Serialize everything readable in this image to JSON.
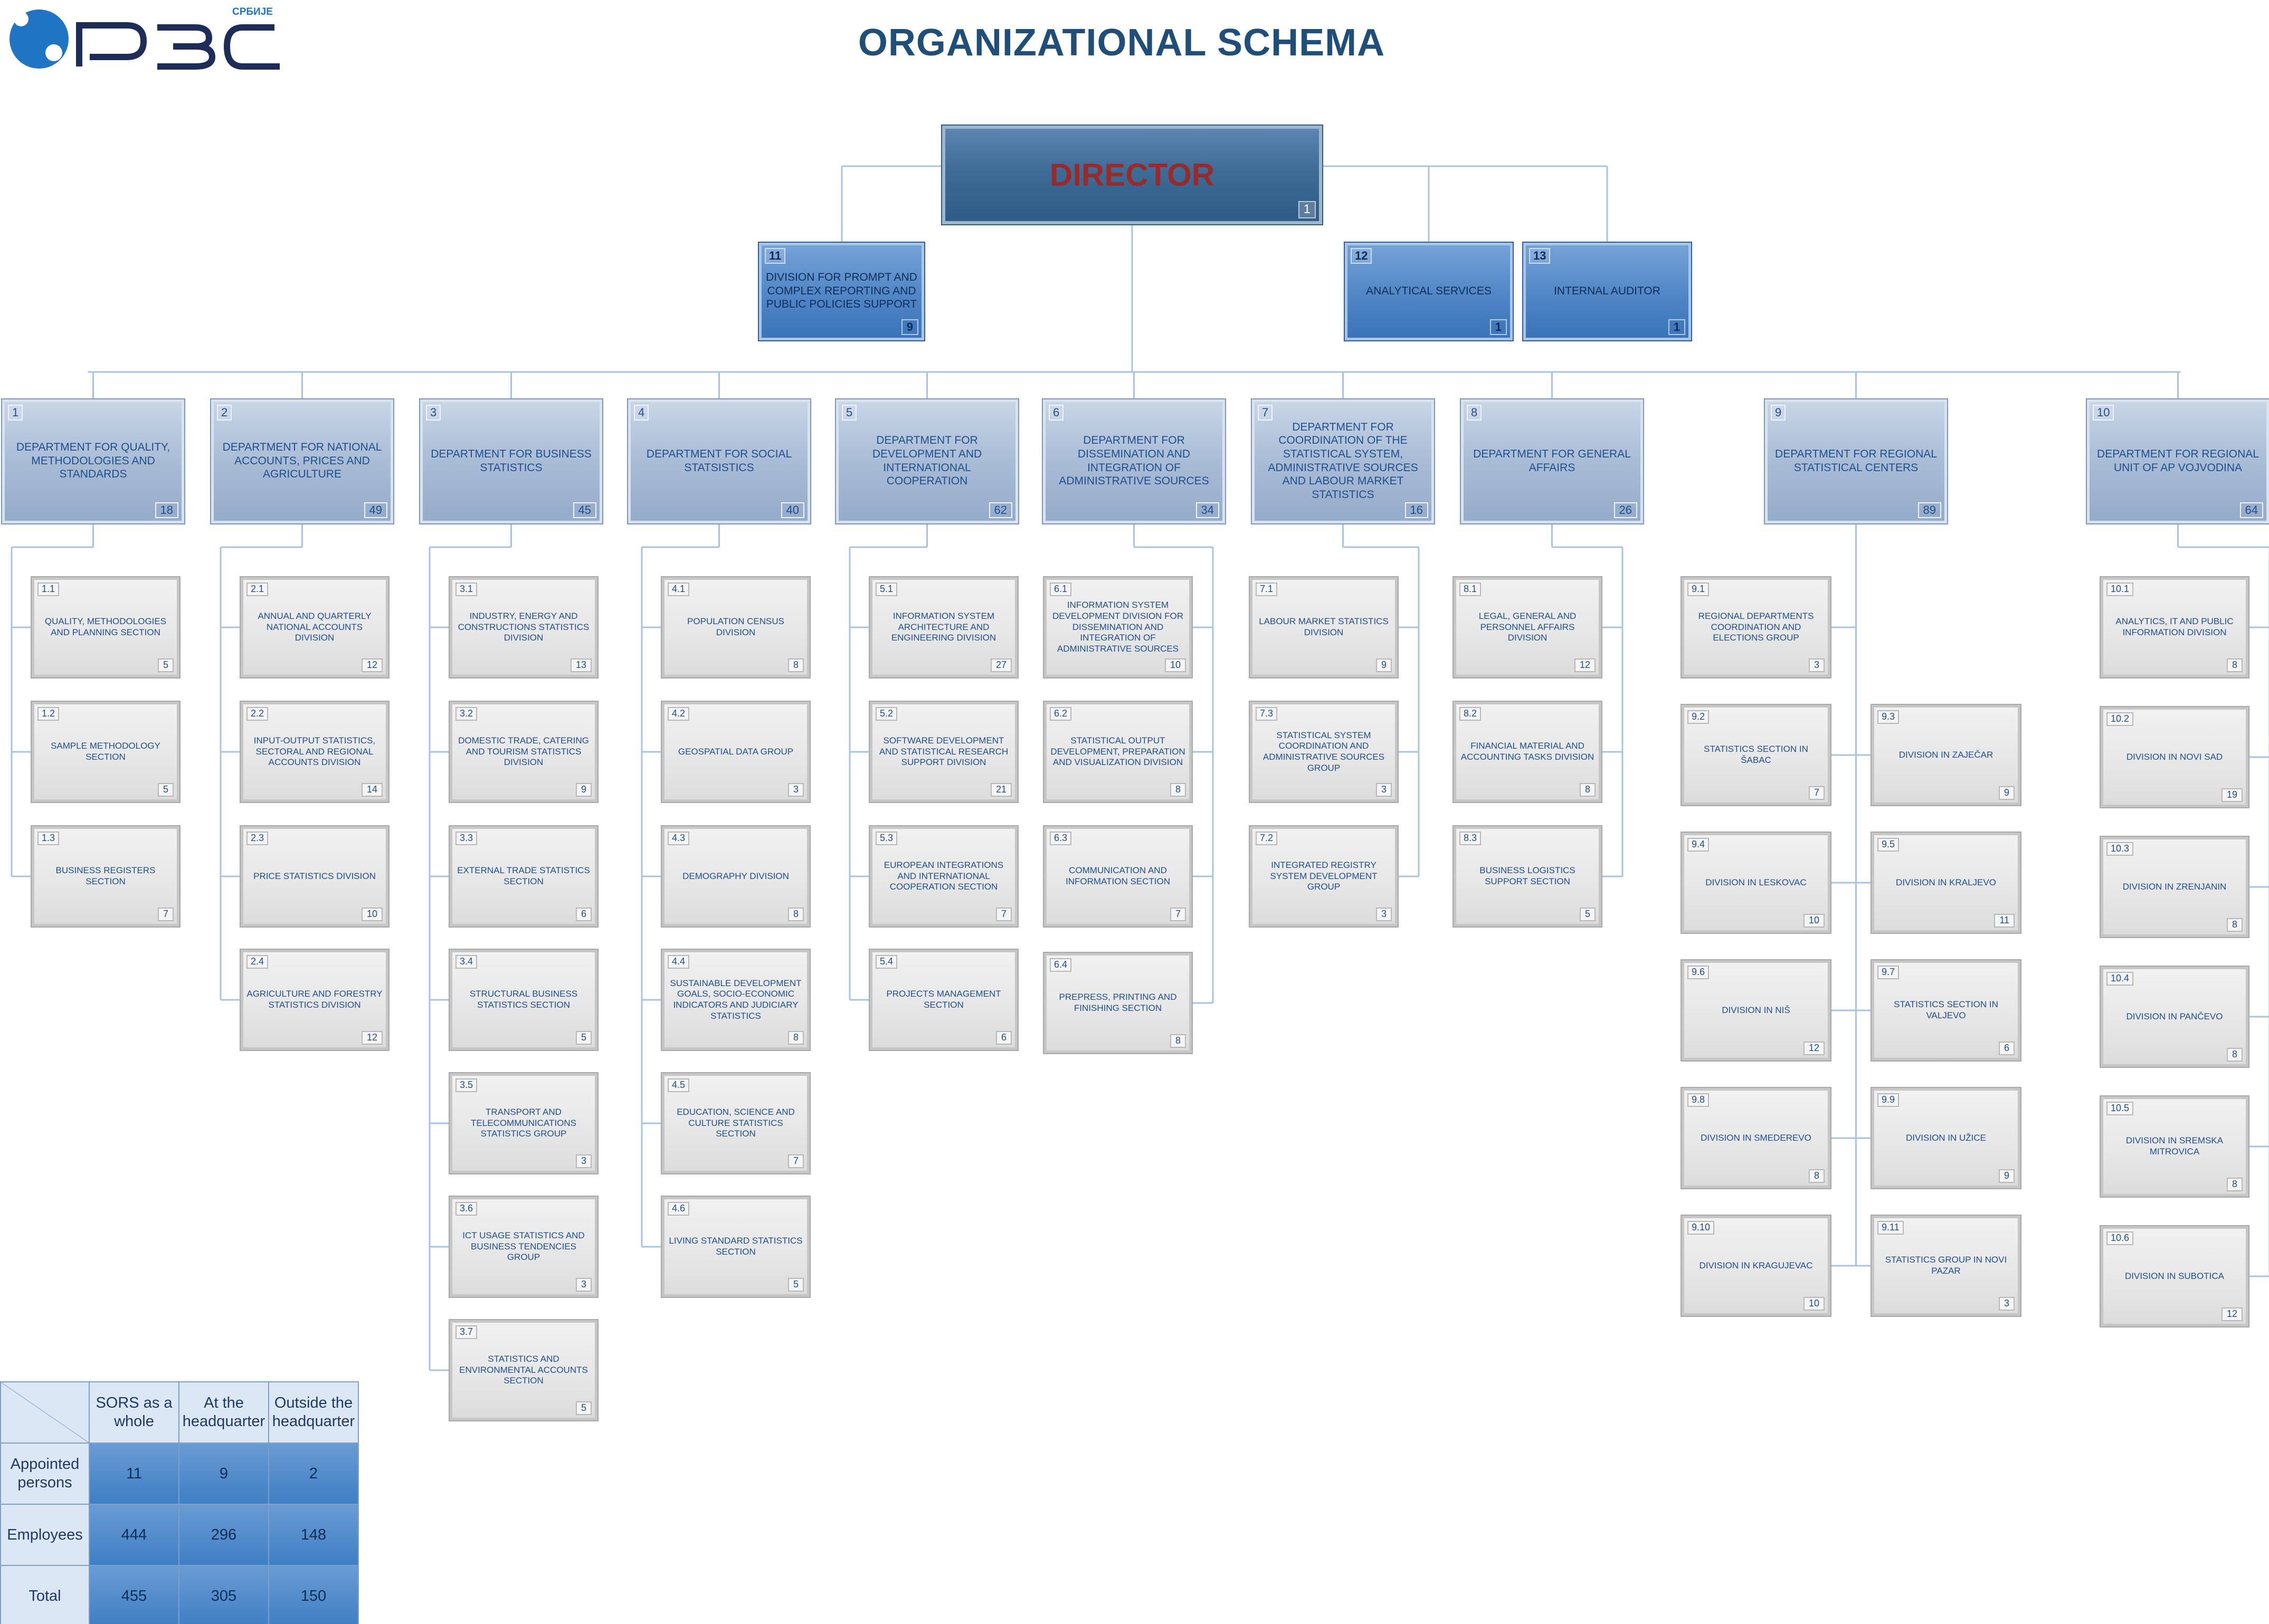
{
  "header": {
    "logo_text": "РЗС",
    "logo_sub": "СРБИЈЕ",
    "title": "ORGANIZATIONAL SCHEMA"
  },
  "colors": {
    "director": "#3f6b97",
    "director_text": "#9a2a2a",
    "top_unit": "#4f86c6",
    "department": "#a9bcd6",
    "unit": "#e6e6e6",
    "connector": "#a8c3e0",
    "title": "#1f4e79"
  },
  "director": {
    "label": "DIRECTOR",
    "count": "1"
  },
  "top_units": [
    {
      "num": "11",
      "label": "DIVISION FOR PROMPT AND COMPLEX REPORTING AND PUBLIC POLICIES SUPPORT",
      "count": "9"
    },
    {
      "num": "12",
      "label": "ANALYTICAL SERVICES",
      "count": "1"
    },
    {
      "num": "13",
      "label": "INTERNAL AUDITOR",
      "count": "1"
    }
  ],
  "departments": [
    {
      "num": "1",
      "label": "DEPARTMENT FOR QUALITY, METHODOLOGIES AND STANDARDS",
      "count": "18",
      "units": [
        {
          "num": "1.1",
          "label": "QUALITY, METHODOLOGIES AND PLANNING SECTION",
          "count": "5"
        },
        {
          "num": "1.2",
          "label": "SAMPLE METHODOLOGY SECTION",
          "count": "5"
        },
        {
          "num": "1.3",
          "label": "BUSINESS REGISTERS SECTION",
          "count": "7"
        }
      ]
    },
    {
      "num": "2",
      "label": "DEPARTMENT FOR NATIONAL ACCOUNTS, PRICES AND AGRICULTURE",
      "count": "49",
      "units": [
        {
          "num": "2.1",
          "label": "ANNUAL AND QUARTERLY NATIONAL ACCOUNTS DIVISION",
          "count": "12"
        },
        {
          "num": "2.2",
          "label": "INPUT-OUTPUT STATISTICS, SECTORAL AND REGIONAL ACCOUNTS DIVISION",
          "count": "14"
        },
        {
          "num": "2.3",
          "label": "PRICE STATISTICS DIVISION",
          "count": "10"
        },
        {
          "num": "2.4",
          "label": "AGRICULTURE AND FORESTRY STATISTICS DIVISION",
          "count": "12"
        }
      ]
    },
    {
      "num": "3",
      "label": "DEPARTMENT FOR BUSINESS STATISTICS",
      "count": "45",
      "units": [
        {
          "num": "3.1",
          "label": "INDUSTRY, ENERGY AND CONSTRUCTIONS STATISTICS DIVISION",
          "count": "13"
        },
        {
          "num": "3.2",
          "label": "DOMESTIC TRADE, CATERING AND TOURISM STATISTICS DIVISION",
          "count": "9"
        },
        {
          "num": "3.3",
          "label": "EXTERNAL TRADE STATISTICS SECTION",
          "count": "6"
        },
        {
          "num": "3.4",
          "label": "STRUCTURAL BUSINESS STATISTICS SECTION",
          "count": "5"
        },
        {
          "num": "3.5",
          "label": "TRANSPORT AND TELECOMMUNICATIONS STATISTICS GROUP",
          "count": "3"
        },
        {
          "num": "3.6",
          "label": "ICT USAGE STATISTICS AND BUSINESS TENDENCIES GROUP",
          "count": "3"
        },
        {
          "num": "3.7",
          "label": "STATISTICS AND ENVIRONMENTAL ACCOUNTS SECTION",
          "count": "5"
        }
      ]
    },
    {
      "num": "4",
      "label": "DEPARTMENT FOR SOCIAL STATSISTICS",
      "count": "40",
      "units": [
        {
          "num": "4.1",
          "label": "POPULATION CENSUS DIVISION",
          "count": "8"
        },
        {
          "num": "4.2",
          "label": "GEOSPATIAL DATA GROUP",
          "count": "3"
        },
        {
          "num": "4.3",
          "label": "DEMOGRAPHY DIVISION",
          "count": "8"
        },
        {
          "num": "4.4",
          "label": "SUSTAINABLE DEVELOPMENT GOALS, SOCIO-ECONOMIC INDICATORS AND JUDICIARY STATISTICS",
          "count": "8"
        },
        {
          "num": "4.5",
          "label": "EDUCATION, SCIENCE AND CULTURE STATISTICS SECTION",
          "count": "7"
        },
        {
          "num": "4.6",
          "label": "LIVING STANDARD STATISTICS SECTION",
          "count": "5"
        }
      ]
    },
    {
      "num": "5",
      "label": "DEPARTMENT FOR DEVELOPMENT AND INTERNATIONAL COOPERATION",
      "count": "62",
      "units": [
        {
          "num": "5.1",
          "label": "INFORMATION SYSTEM ARCHITECTURE AND ENGINEERING DIVISION",
          "count": "27"
        },
        {
          "num": "5.2",
          "label": "SOFTWARE DEVELOPMENT AND STATISTICAL RESEARCH SUPPORT DIVISION",
          "count": "21"
        },
        {
          "num": "5.3",
          "label": "EUROPEAN INTEGRATIONS AND INTERNATIONAL COOPERATION SECTION",
          "count": "7"
        },
        {
          "num": "5.4",
          "label": "PROJECTS MANAGEMENT SECTION",
          "count": "6"
        }
      ]
    },
    {
      "num": "6",
      "label": "DEPARTMENT FOR DISSEMINATION AND INTEGRATION OF ADMINISTRATIVE SOURCES",
      "count": "34",
      "units": [
        {
          "num": "6.1",
          "label": "INFORMATION SYSTEM DEVELOPMENT DIVISION FOR DISSEMINATION AND INTEGRATION OF ADMINISTRATIVE SOURCES",
          "count": "10"
        },
        {
          "num": "6.2",
          "label": "STATISTICAL OUTPUT DEVELOPMENT, PREPARATION AND VISUALIZATION DIVISION",
          "count": "8"
        },
        {
          "num": "6.3",
          "label": "COMMUNICATION AND INFORMATION SECTION",
          "count": "7"
        },
        {
          "num": "6.4",
          "label": "PREPRESS, PRINTING AND FINISHING SECTION",
          "count": "8"
        }
      ]
    },
    {
      "num": "7",
      "label": "DEPARTMENT FOR COORDINATION OF THE STATISTICAL SYSTEM, ADMINISTRATIVE SOURCES AND LABOUR MARKET STATISTICS",
      "count": "16",
      "units": [
        {
          "num": "7.1",
          "label": "LABOUR MARKET STATISTICS DIVISION",
          "count": "9"
        },
        {
          "num": "7.3",
          "label": "STATISTICAL SYSTEM COORDINATION AND ADMINISTRATIVE SOURCES GROUP",
          "count": "3"
        },
        {
          "num": "7.2",
          "label": "INTEGRATED REGISTRY SYSTEM DEVELOPMENT GROUP",
          "count": "3"
        }
      ]
    },
    {
      "num": "8",
      "label": "DEPARTMENT FOR GENERAL AFFAIRS",
      "count": "26",
      "units": [
        {
          "num": "8.1",
          "label": "LEGAL, GENERAL AND PERSONNEL AFFAIRS DIVISION",
          "count": "12"
        },
        {
          "num": "8.2",
          "label": "FINANCIAL MATERIAL AND ACCOUNTING TASKS DIVISION",
          "count": "8"
        },
        {
          "num": "8.3",
          "label": "BUSINESS LOGISTICS SUPPORT SECTION",
          "count": "5"
        }
      ]
    },
    {
      "num": "9",
      "label": "DEPARTMENT FOR REGIONAL STATISTICAL CENTERS",
      "count": "89",
      "units": [
        {
          "num": "9.1",
          "label": "REGIONAL DEPARTMENTS COORDINATION AND ELECTIONS GROUP",
          "count": "3"
        },
        {
          "num": "9.2",
          "label": "STATISTICS SECTION IN ŠABAC",
          "count": "7"
        },
        {
          "num": "9.3",
          "label": "DIVISION IN ZAJEČAR",
          "count": "9"
        },
        {
          "num": "9.4",
          "label": "DIVISION IN LESKOVAC",
          "count": "10"
        },
        {
          "num": "9.5",
          "label": "DIVISION IN KRALJEVO",
          "count": "11"
        },
        {
          "num": "9.6",
          "label": "DIVISION IN NIŠ",
          "count": "12"
        },
        {
          "num": "9.7",
          "label": "STATISTICS SECTION IN VALJEVO",
          "count": "6"
        },
        {
          "num": "9.8",
          "label": "DIVISION IN SMEDEREVO",
          "count": "8"
        },
        {
          "num": "9.9",
          "label": "DIVISION IN UŽICE",
          "count": "9"
        },
        {
          "num": "9.10",
          "label": "DIVISION IN KRAGUJEVAC",
          "count": "10"
        },
        {
          "num": "9.11",
          "label": "STATISTICS GROUP IN NOVI PAZAR",
          "count": "3"
        }
      ]
    },
    {
      "num": "10",
      "label": "DEPARTMENT FOR REGIONAL UNIT OF AP VOJVODINA",
      "count": "64",
      "units": [
        {
          "num": "10.1",
          "label": "ANALYTICS, IT AND PUBLIC INFORMATION DIVISION",
          "count": "8"
        },
        {
          "num": "10.2",
          "label": "DIVISION IN NOVI SAD",
          "count": "19"
        },
        {
          "num": "10.3",
          "label": "DIVISION IN ZRENJANIN",
          "count": "8"
        },
        {
          "num": "10.4",
          "label": "DIVISION IN PANČEVO",
          "count": "8"
        },
        {
          "num": "10.5",
          "label": "DIVISION IN SREMSKA MITROVICA",
          "count": "8"
        },
        {
          "num": "10.6",
          "label": "DIVISION IN SUBOTICA",
          "count": "12"
        }
      ]
    }
  ],
  "summary_table": {
    "columns": [
      "SORS as a whole",
      "At the headquarter",
      "Outside the headquarter"
    ],
    "rows": [
      {
        "label": "Appointed persons",
        "values": [
          "11",
          "9",
          "2"
        ]
      },
      {
        "label": "Employees",
        "values": [
          "444",
          "296",
          "148"
        ]
      },
      {
        "label": "Total",
        "values": [
          "455",
          "305",
          "150"
        ]
      }
    ]
  }
}
